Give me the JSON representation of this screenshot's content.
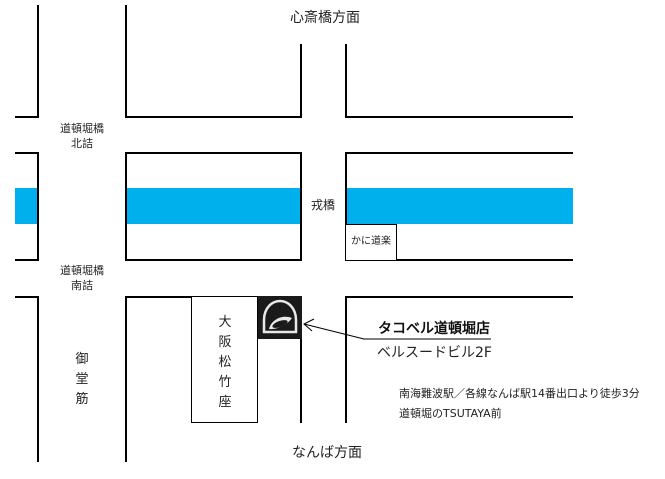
{
  "map": {
    "direction_north": "心斎橋方面",
    "direction_south": "なんば方面",
    "intersection_north": {
      "line1": "道頓堀橋",
      "line2": "北詰"
    },
    "intersection_south": {
      "line1": "道頓堀橋",
      "line2": "南詰"
    },
    "street_vertical": "御堂筋",
    "bridge": "戎橋",
    "landmark_kani": "かに道楽",
    "landmark_theater": "大阪松竹座",
    "river_color": "#00b0ec"
  },
  "shop": {
    "name": "タコベル道頓堀店",
    "building": "ベルスードビル2F",
    "logo_icon": "taco-bell-logo",
    "access_line1": "南海難波駅／各線なんば駅14番出口より徒歩3分",
    "access_line2": "道頓堀のTSUTAYA前"
  }
}
